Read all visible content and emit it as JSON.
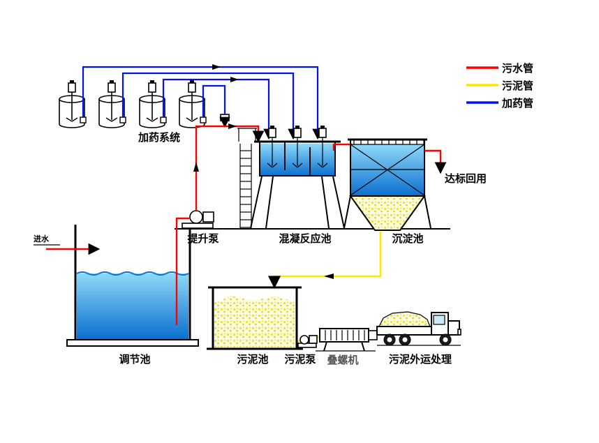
{
  "legend": {
    "items": [
      {
        "label": "污水管"
      },
      {
        "label": "污泥管"
      },
      {
        "label": "加药管"
      }
    ]
  },
  "labels": {
    "dosing_system": "加药系统",
    "inlet": "进水",
    "lift_pump": "提升泵",
    "reaction_tank": "混凝反应池",
    "sedimentation_tank": "沉淀池",
    "reuse": "达标回用",
    "regulation_tank": "调节池",
    "sludge_tank": "污泥池",
    "sludge_pump": "污泥泵",
    "screw_machine": "叠螺机",
    "sludge_disposal": "污泥外运处理"
  },
  "colors": {
    "sewage-pipe": "#ff0000",
    "sludge-pipe": "#ffe800",
    "dosing-pipe": "#0012f2",
    "water-top": "#8fd9f8",
    "water-bottom": "#0a6fd0",
    "sludge-bg": "#fffbe0",
    "sludge-dot": "#efe12f",
    "sludge-dot2": "#c8d42e"
  }
}
